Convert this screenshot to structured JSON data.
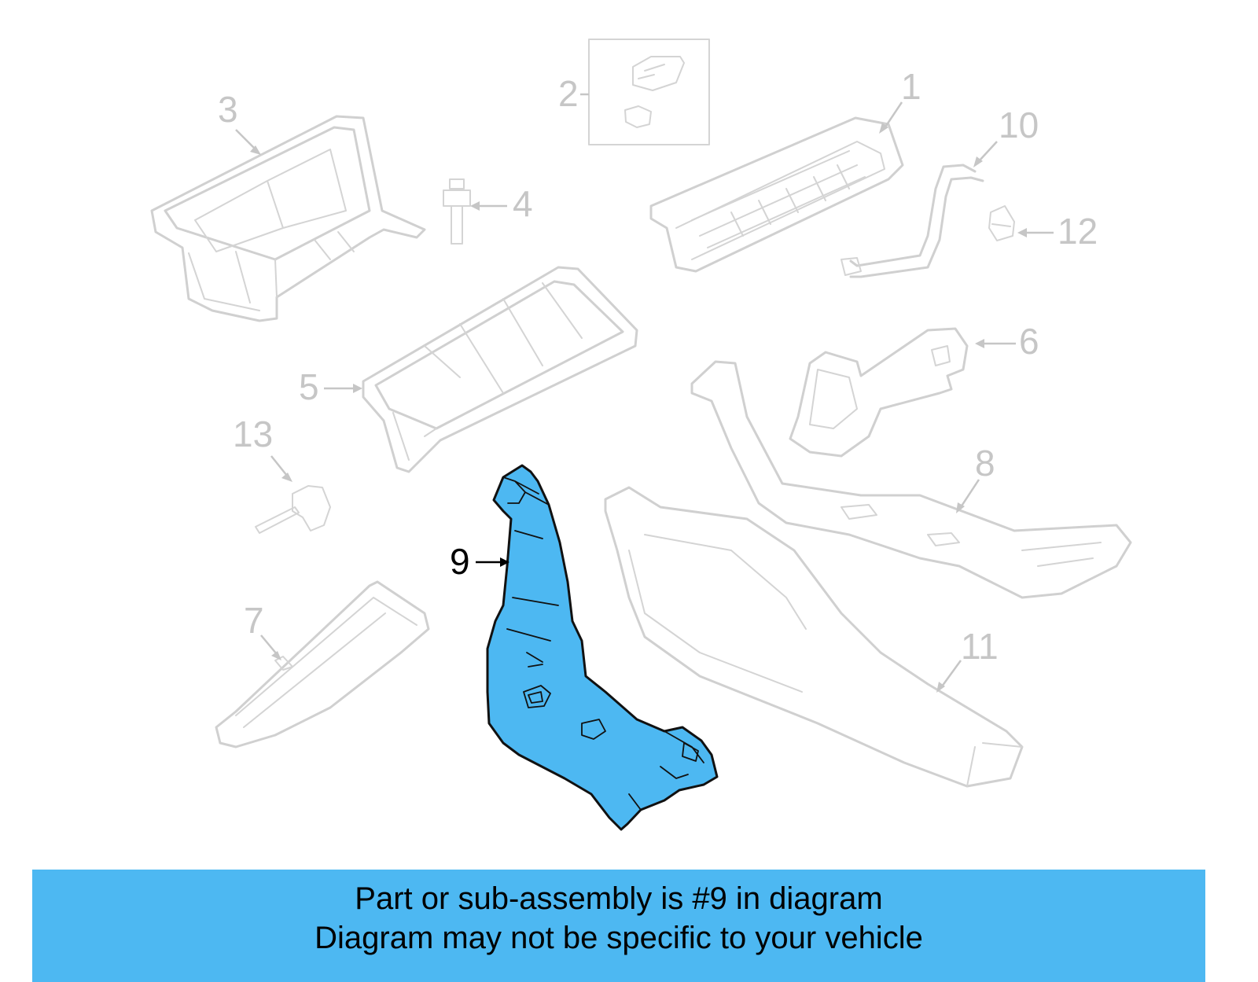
{
  "diagram": {
    "highlight_color": "#4db8f2",
    "ghost_color": "#c6c6c6",
    "callouts": [
      {
        "id": "1",
        "label": "1",
        "active": false
      },
      {
        "id": "2",
        "label": "2",
        "active": false
      },
      {
        "id": "3",
        "label": "3",
        "active": false
      },
      {
        "id": "4",
        "label": "4",
        "active": false
      },
      {
        "id": "5",
        "label": "5",
        "active": false
      },
      {
        "id": "6",
        "label": "6",
        "active": false
      },
      {
        "id": "7",
        "label": "7",
        "active": false
      },
      {
        "id": "8",
        "label": "8",
        "active": false
      },
      {
        "id": "9",
        "label": "9",
        "active": true
      },
      {
        "id": "10",
        "label": "10",
        "active": false
      },
      {
        "id": "11",
        "label": "11",
        "active": false
      },
      {
        "id": "12",
        "label": "12",
        "active": false
      },
      {
        "id": "13",
        "label": "13",
        "active": false
      }
    ]
  },
  "banner": {
    "line1": "Part or sub-assembly is #9 in diagram",
    "line2": "Diagram may not be specific to your vehicle",
    "background": "#4db8f2"
  }
}
